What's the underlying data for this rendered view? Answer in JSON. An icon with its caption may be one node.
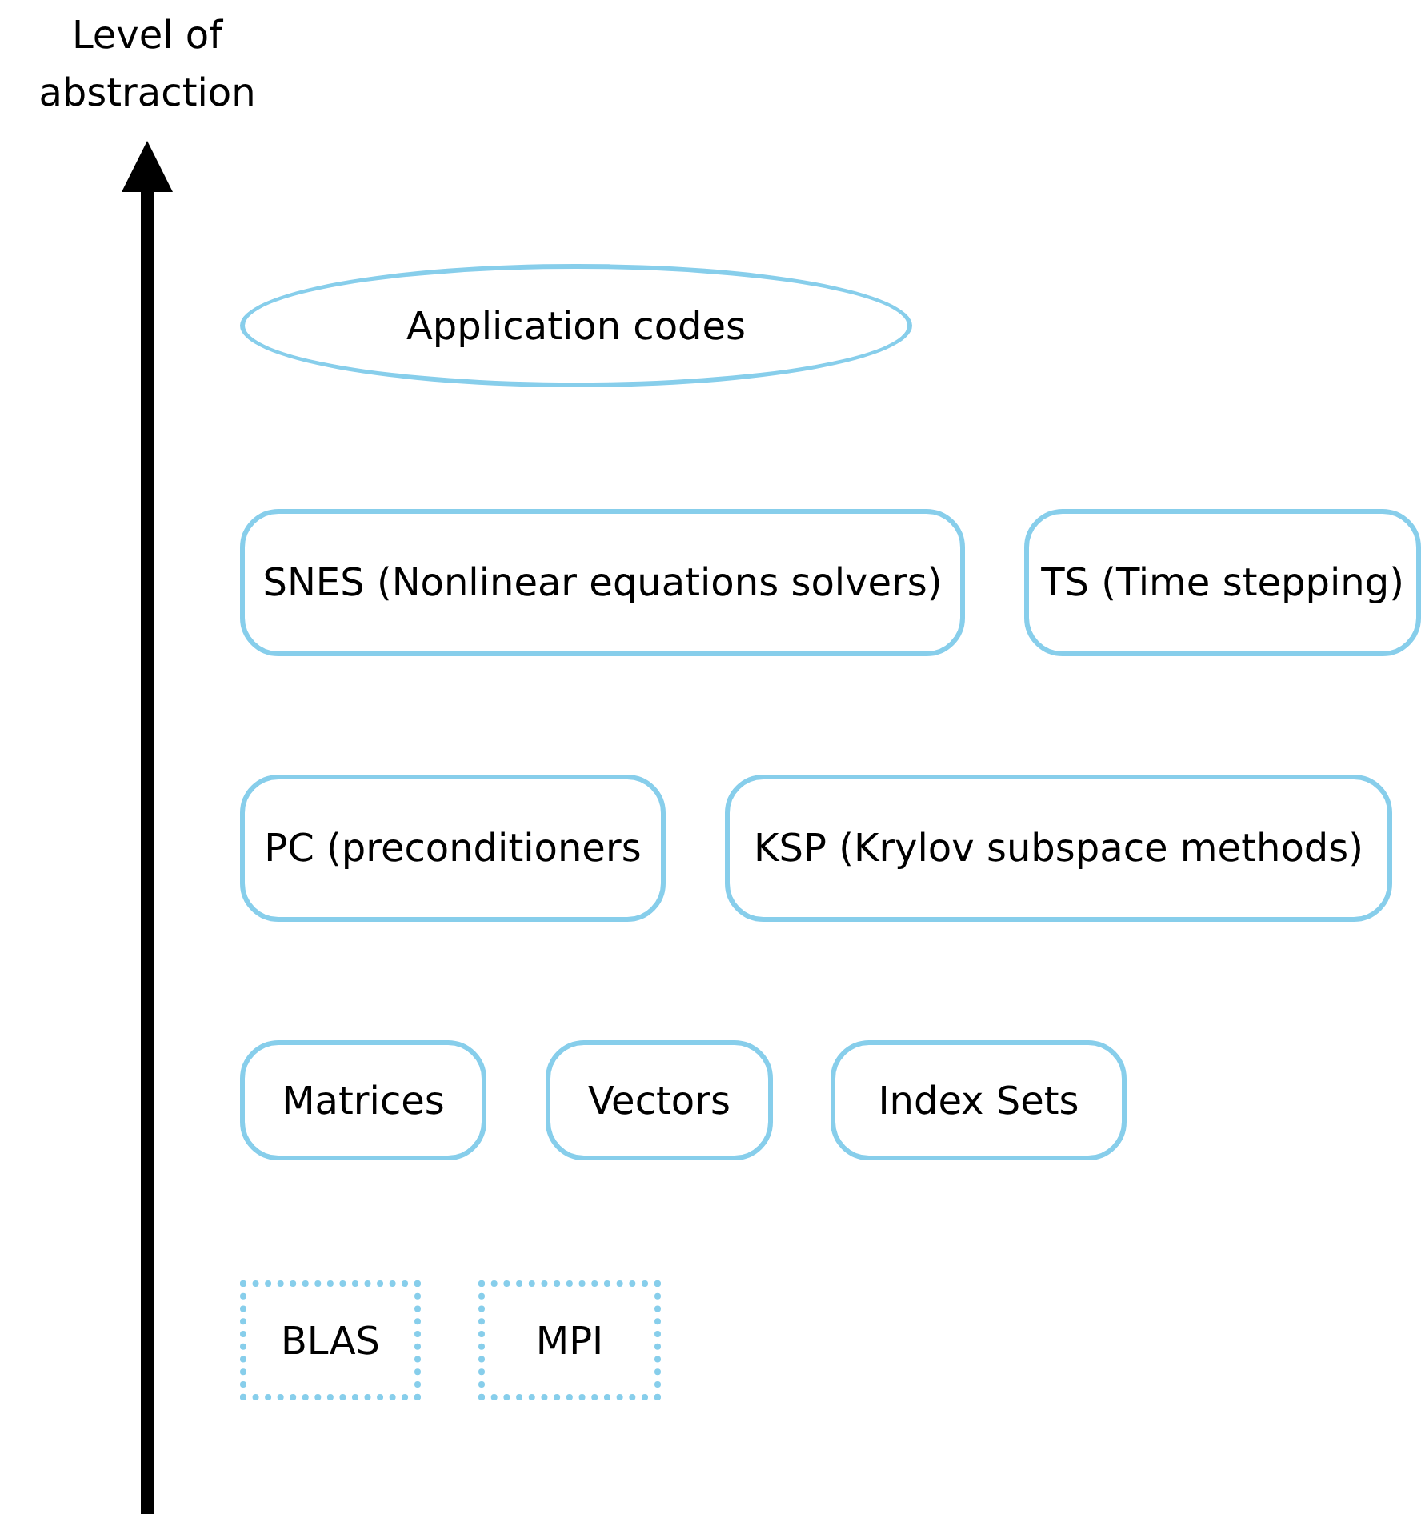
{
  "diagram": {
    "nodes": [
      {
        "text": [
          "Application codes"
        ]
      },
      {
        "text": [
          "SNES (Nonlinear equations solvers)"
        ]
      },
      {
        "text": [
          "TS (Time stepping)"
        ]
      },
      {
        "text": [
          "PC (preconditioners"
        ]
      },
      {
        "text": [
          "KSP (Krylov subspace methods)"
        ]
      },
      {
        "text": [
          "Matrices"
        ]
      },
      {
        "text": [
          "Vectors"
        ]
      },
      {
        "text": [
          "Index Sets"
        ]
      },
      {
        "text": [
          "BLAS"
        ]
      },
      {
        "text": [
          "MPI"
        ]
      }
    ],
    "edges": [],
    "labels": [
      "Level of abstraction"
    ]
  }
}
